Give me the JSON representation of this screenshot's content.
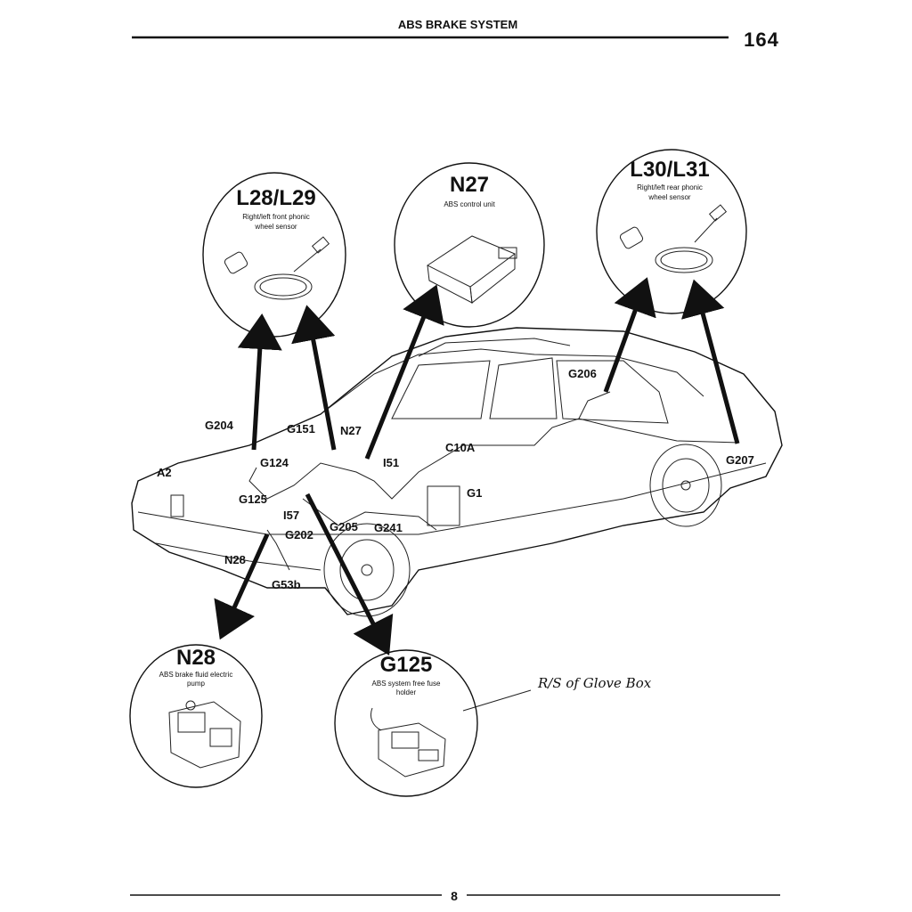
{
  "header": {
    "title": "ABS BRAKE SYSTEM",
    "model": "164"
  },
  "footer": {
    "page_number": "8"
  },
  "callouts": [
    {
      "code": "L28/L29",
      "desc1": "Right/left front phonic",
      "desc2": "wheel sensor"
    },
    {
      "code": "N27",
      "desc1": "ABS control unit",
      "desc2": ""
    },
    {
      "code": "L30/L31",
      "desc1": "Right/left rear phonic",
      "desc2": "wheel sensor"
    },
    {
      "code": "N28",
      "desc1": "ABS brake fluid electric",
      "desc2": "pump"
    },
    {
      "code": "G125",
      "desc1": "ABS system free fuse",
      "desc2": "holder"
    }
  ],
  "handwritten_note": "R/S of Glove Box",
  "car_labels": {
    "g204": "G204",
    "g151": "G151",
    "n27": "N27",
    "g124": "G124",
    "a2": "A2",
    "g125": "G125",
    "i51": "I51",
    "c10a": "C10A",
    "g1": "G1",
    "i57": "I57",
    "g205": "G205",
    "g241": "G241",
    "g202": "G202",
    "n28": "N28",
    "g53b": "G53b",
    "g206": "G206",
    "g207": "G207"
  }
}
